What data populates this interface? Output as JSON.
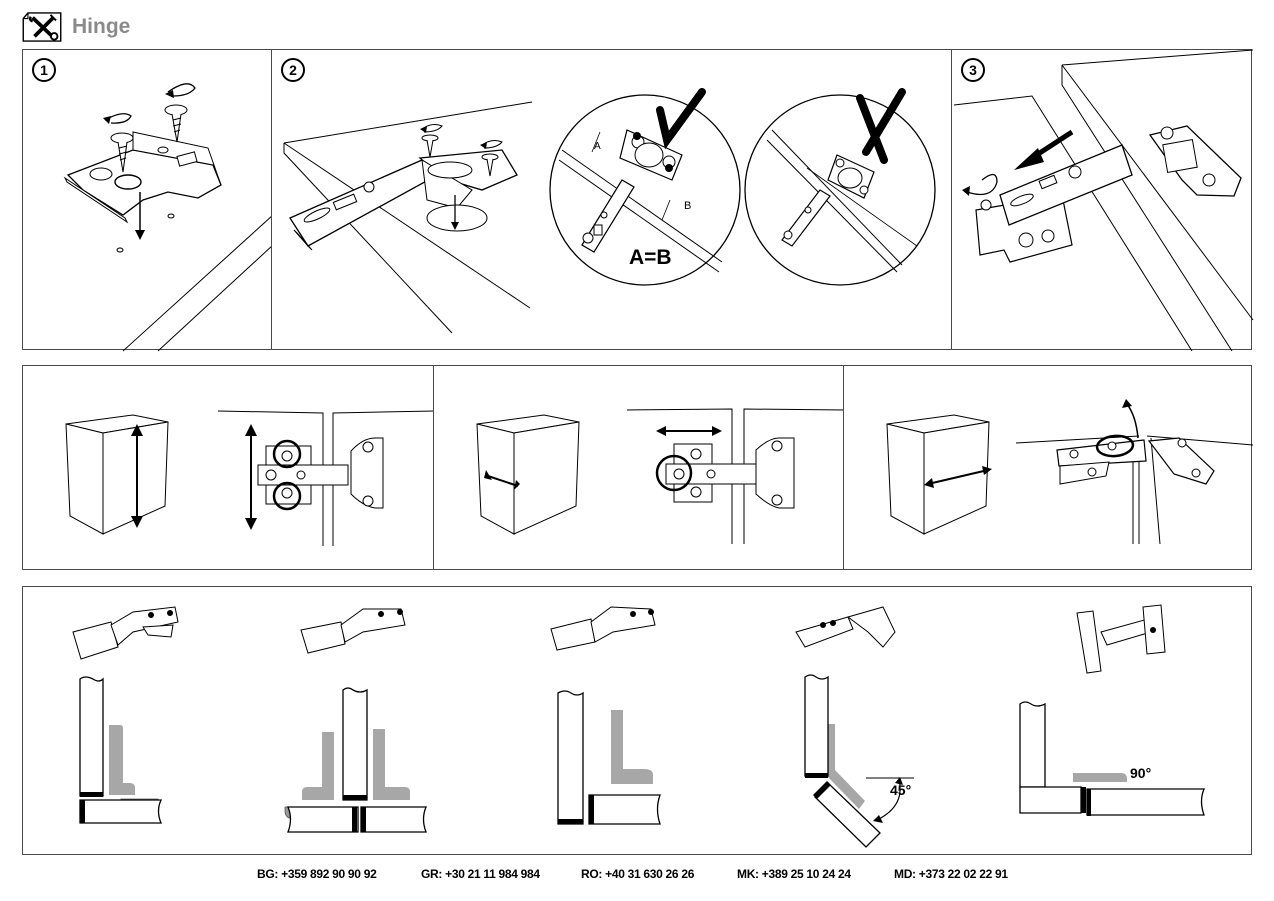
{
  "header": {
    "title": "Hinge",
    "icon": "tools-icon"
  },
  "steps": [
    {
      "number": "1",
      "description_icon": "screw-mounting-plate"
    },
    {
      "number": "2",
      "description_icon": "insert-hinge-cup"
    },
    {
      "number": "3",
      "description_icon": "attach-arm-to-plate"
    }
  ],
  "alignment": {
    "correct_symbol": "check-icon",
    "wrong_symbol": "cross-icon",
    "label_a": "A",
    "label_b": "B",
    "rule": "A=B"
  },
  "adjustments": [
    {
      "name": "height-adjustment",
      "direction": "vertical"
    },
    {
      "name": "side-adjustment",
      "direction": "horizontal"
    },
    {
      "name": "depth-adjustment",
      "direction": "depth"
    }
  ],
  "hinge_types": [
    {
      "name": "full-overlay",
      "angle_label": ""
    },
    {
      "name": "half-overlay",
      "angle_label": ""
    },
    {
      "name": "inset",
      "angle_label": ""
    },
    {
      "name": "angle-45",
      "angle_label": "45°"
    },
    {
      "name": "angle-90",
      "angle_label": "90°"
    }
  ],
  "footer": {
    "contacts": [
      "BG: +359 892 90 90 92",
      "GR: +30 21 11 984 984",
      "RO: +40 31 630 26 26",
      "MK: +389 25 10 24 24",
      "MD: +373 22 02 22 91"
    ]
  }
}
